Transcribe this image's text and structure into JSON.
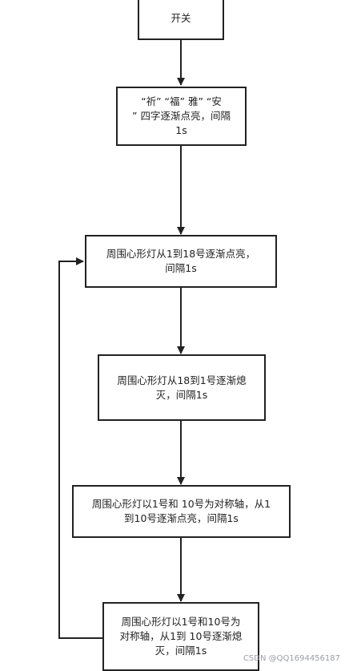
{
  "diagram": {
    "nodes": [
      {
        "id": "switch",
        "text": "开关"
      },
      {
        "id": "step1",
        "text": "“祈” “福” 雅” “安\n” 四字逐渐点亮，间隔\n1s"
      },
      {
        "id": "step2",
        "text": "周围心形灯从1到18号逐渐点亮，\n间隔1s"
      },
      {
        "id": "step3",
        "text": "周围心形灯从18到1号逐渐熄\n灭，间隔1s"
      },
      {
        "id": "step4",
        "text": "周围心形灯以1号和 10号为对称轴，从1\n到10号逐渐点亮，间隔1s"
      },
      {
        "id": "step5",
        "text": "周围心形灯以1号和10号为\n对称轴，从1到 10号逐渐熄\n灭，间隔1s"
      }
    ],
    "edges": [
      {
        "from": "switch",
        "to": "step1"
      },
      {
        "from": "step1",
        "to": "step2"
      },
      {
        "from": "step2",
        "to": "step3"
      },
      {
        "from": "step3",
        "to": "step4"
      },
      {
        "from": "step4",
        "to": "step5"
      },
      {
        "from": "step5",
        "to": "step2",
        "type": "loop-back"
      }
    ]
  },
  "watermark": "CSDN @QQ1694456187"
}
